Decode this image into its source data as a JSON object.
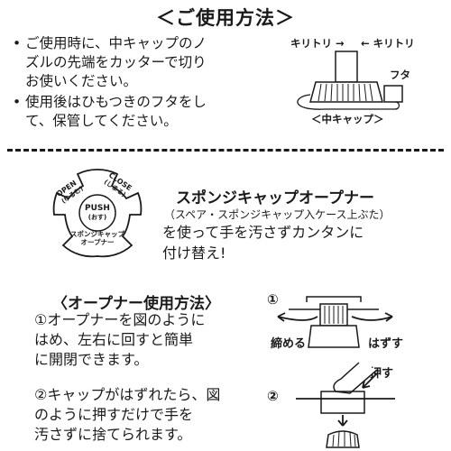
{
  "top": {
    "title": "＜ご使用方法＞",
    "bullet1_line1": "ご使用時に、中キャップのノ",
    "bullet1_line2": "ズルの先端をカッターで切り",
    "bullet1_line3": "お使いください。",
    "bullet2_line1": "使用後はひもつきのフタをし",
    "bullet2_line2": "て、保管してください。",
    "bullet_mark": "•",
    "diagram": {
      "cut_left": "キリトリ →",
      "cut_right": "← キリトリ",
      "lid": "フタ",
      "cap_caption": "＜中キャップ＞"
    }
  },
  "opener": {
    "badge_open": "OPEN",
    "badge_open_jp": "(ゆるむ)",
    "badge_close": "CLOSE",
    "badge_close_jp": "(しまる)",
    "badge_push": "PUSH",
    "badge_push_jp": "(おす)",
    "badge_name_line1": "スポンジキャップ",
    "badge_name_line2": "オープナー",
    "heading": "スポンジキャップオープナー",
    "note": "（スペア・スポンジキャップ入ケース上ぶた）",
    "body_line1": "を使って手を汚さずカンタンに",
    "body_line2": "付け替え!"
  },
  "howto": {
    "heading": "〈オープナー使用方法〉",
    "step1_line1": "①オープナーを図のように",
    "step1_line2": "はめ、左右に回すと簡単",
    "step1_line3": "に開閉できます。",
    "step2_line1": "②キャップがはずれたら、図",
    "step2_line2": "のように押すだけで手を",
    "step2_line3": "汚さずに捨てられます。",
    "fig1_num": "①",
    "fig1_tighten": "締める",
    "fig1_remove": "はずす",
    "fig2_num": "②",
    "fig2_push": "押す"
  }
}
